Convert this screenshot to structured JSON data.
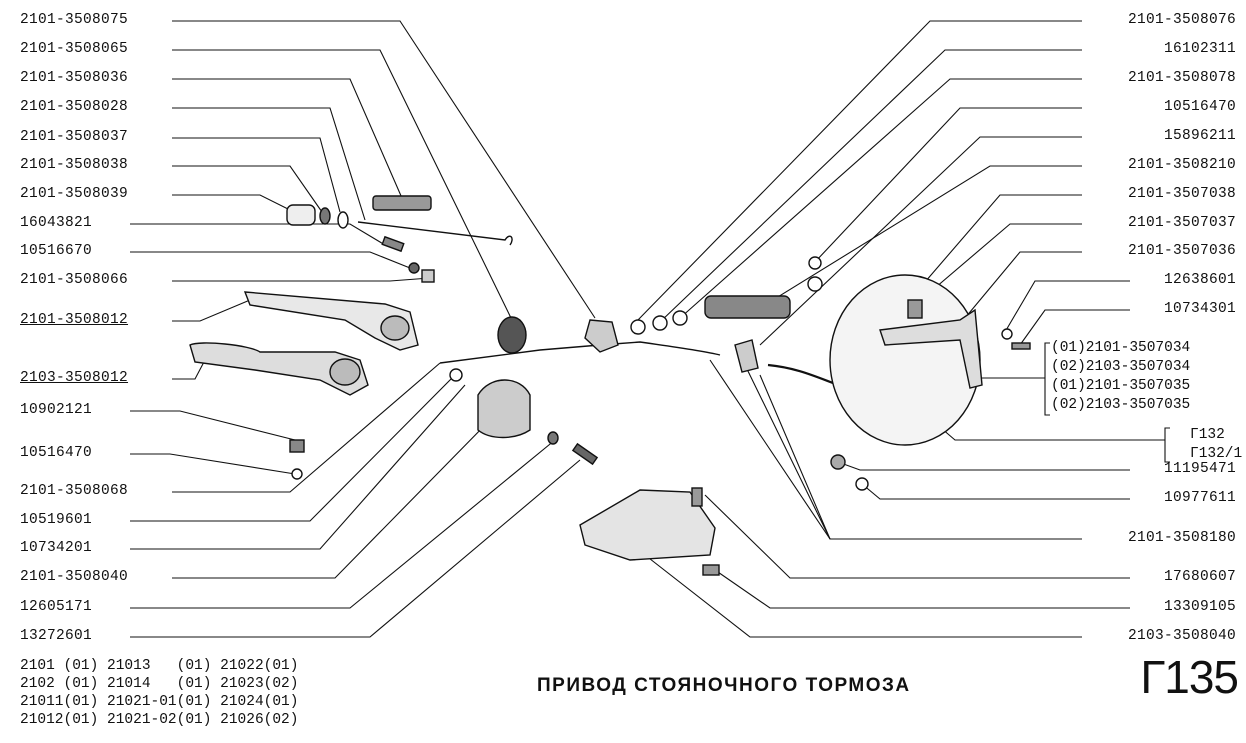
{
  "left_labels": [
    {
      "code": "2101-3508075",
      "underline": false
    },
    {
      "code": "2101-3508065",
      "underline": false
    },
    {
      "code": "2101-3508036",
      "underline": false
    },
    {
      "code": "2101-3508028",
      "underline": false
    },
    {
      "code": "2101-3508037",
      "underline": false
    },
    {
      "code": "2101-3508038",
      "underline": false
    },
    {
      "code": "2101-3508039",
      "underline": false
    },
    {
      "code": "16043821",
      "underline": false
    },
    {
      "code": "10516670",
      "underline": false
    },
    {
      "code": "2101-3508066",
      "underline": false
    },
    {
      "code": "2101-3508012",
      "underline": true
    },
    {
      "code": "2103-3508012",
      "underline": true
    },
    {
      "code": "10902121",
      "underline": false
    },
    {
      "code": "10516470",
      "underline": false
    },
    {
      "code": "2101-3508068",
      "underline": false
    },
    {
      "code": "10519601",
      "underline": false
    },
    {
      "code": "10734201",
      "underline": false
    },
    {
      "code": "2101-3508040",
      "underline": false
    },
    {
      "code": "12605171",
      "underline": false
    },
    {
      "code": "13272601",
      "underline": false
    }
  ],
  "right_labels": [
    "2101-3508076",
    "16102311",
    "2101-3508078",
    "10516470",
    "15896211",
    "2101-3508210",
    "2101-3507038",
    "2101-3507037",
    "2101-3507036",
    "12638601",
    "10734301",
    "11195471",
    "10977611",
    "2101-3508180",
    "17680607",
    "13309105",
    "2103-3508040"
  ],
  "bracket_labels": [
    "(01)2101-3507034",
    "(02)2103-3507034",
    "(01)2101-3507035",
    "(02)2103-3507035"
  ],
  "ref_labels": [
    "Г132",
    "Г132/1"
  ],
  "models": [
    "2101 (01) 21013   (01) 21022(01)",
    "2102 (01) 21014   (01) 21023(02)",
    "21011(01) 21021-01(01) 21024(01)",
    "21012(01) 21021-02(01) 21026(02)"
  ],
  "title": "ПРИВОД СТОЯНОЧНОГО ТОРМОЗА",
  "page_code": "Г135"
}
